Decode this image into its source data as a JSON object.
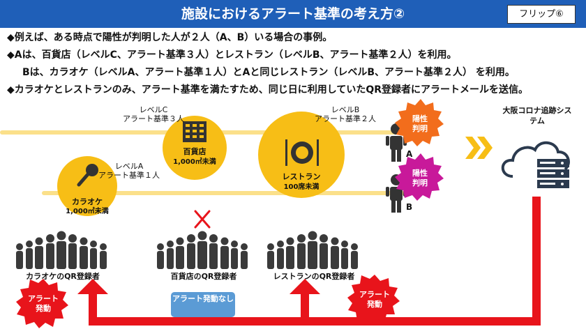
{
  "header": {
    "title": "施設におけるアラート基準の考え方②",
    "flip_label": "フリップ⑥"
  },
  "bullets": [
    "◆例えば、ある時点で陽性が判明した人が２人（A、B）いる場合の事例。",
    "◆Aは、百貨店（レベルC、アラート基準３人）とレストラン（レベルB、アラート基準２人）を利用。",
    "Bは、カラオケ（レベルA、アラート基準１人）とAと同じレストラン（レベルB、アラート基準２人） を利用。",
    "◆カラオケとレストランのみ、アラート基準を満たすため、同じ日に利用していたQR登録者にアラートメールを送信。"
  ],
  "facilities": {
    "karaoke": {
      "level": "レベルA",
      "criterion": "アラート基準１人",
      "name": "カラオケ",
      "size": "1,000㎡未満"
    },
    "department": {
      "level": "レベルC",
      "criterion": "アラート基準３人",
      "name": "百貨店",
      "size": "1,000㎡未満"
    },
    "restaurant": {
      "level": "レベルB",
      "criterion": "アラート基準２人",
      "name": "レストラン",
      "size": "100席未満"
    }
  },
  "positives": {
    "badge": "陽性判明",
    "a_label": "A",
    "b_label": "B"
  },
  "system": {
    "name": "大阪コロナ追跡システム"
  },
  "groups": {
    "karaoke": "カラオケのQR登録者",
    "department": "百貨店のQR登録者",
    "restaurant": "レストランのQR登録者"
  },
  "alerts": {
    "fired": "アラート発動",
    "none": "アラート発動なし"
  },
  "colors": {
    "title_bg": "#1f5fb8",
    "yellow": "#f7be16",
    "orange_burst": "#f26d1c",
    "magenta_burst": "#c8199a",
    "red": "#e8141b",
    "blue_box": "#5b9bd5",
    "dark_figure": "#333333"
  }
}
